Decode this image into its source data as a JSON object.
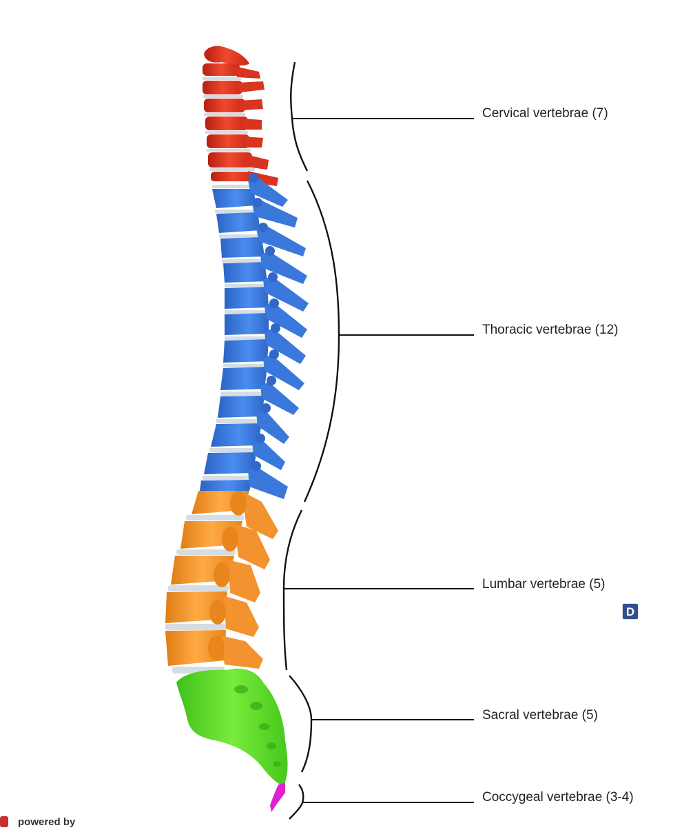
{
  "regions": [
    {
      "key": "cervical",
      "label": "Cervical vertebrae (7)",
      "color": "#e53a24"
    },
    {
      "key": "thoracic",
      "label": "Thoracic vertebrae (12)",
      "color": "#3f7fe0"
    },
    {
      "key": "lumbar",
      "label": "Lumbar vertebrae (5)",
      "color": "#f59a30"
    },
    {
      "key": "sacral",
      "label": "Sacral vertebrae (5)",
      "color": "#5fe02c"
    },
    {
      "key": "coccygeal",
      "label": "Coccygeal vertebrae (3-4)",
      "color": "#e020d0"
    }
  ],
  "disc_color": "#d4dde3",
  "line_color": "#111111",
  "badge": {
    "text": "D",
    "color": "#2f4f8f"
  },
  "footer": {
    "powered_text": "powered by",
    "logo_color": "#c62f2f"
  }
}
